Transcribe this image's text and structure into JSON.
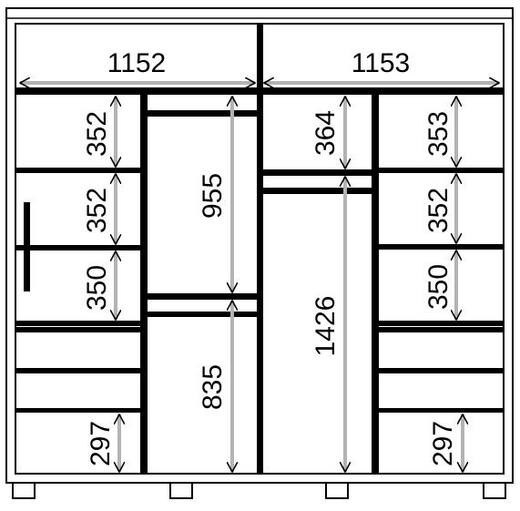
{
  "width_labels": {
    "left": "1152",
    "right": "1153"
  },
  "col1": {
    "shelf1": "352",
    "shelf2": "352",
    "shelf3": "350",
    "bottom": "297"
  },
  "col2": {
    "upper": "955",
    "lower": "835"
  },
  "col3": {
    "upper": "364",
    "lower": "1426"
  },
  "col4": {
    "shelf1": "353",
    "shelf2": "352",
    "shelf3": "350",
    "bottom": "297"
  },
  "colors": {
    "line": "#000000",
    "arrow": "#b3b3b3",
    "background": "#ffffff"
  }
}
